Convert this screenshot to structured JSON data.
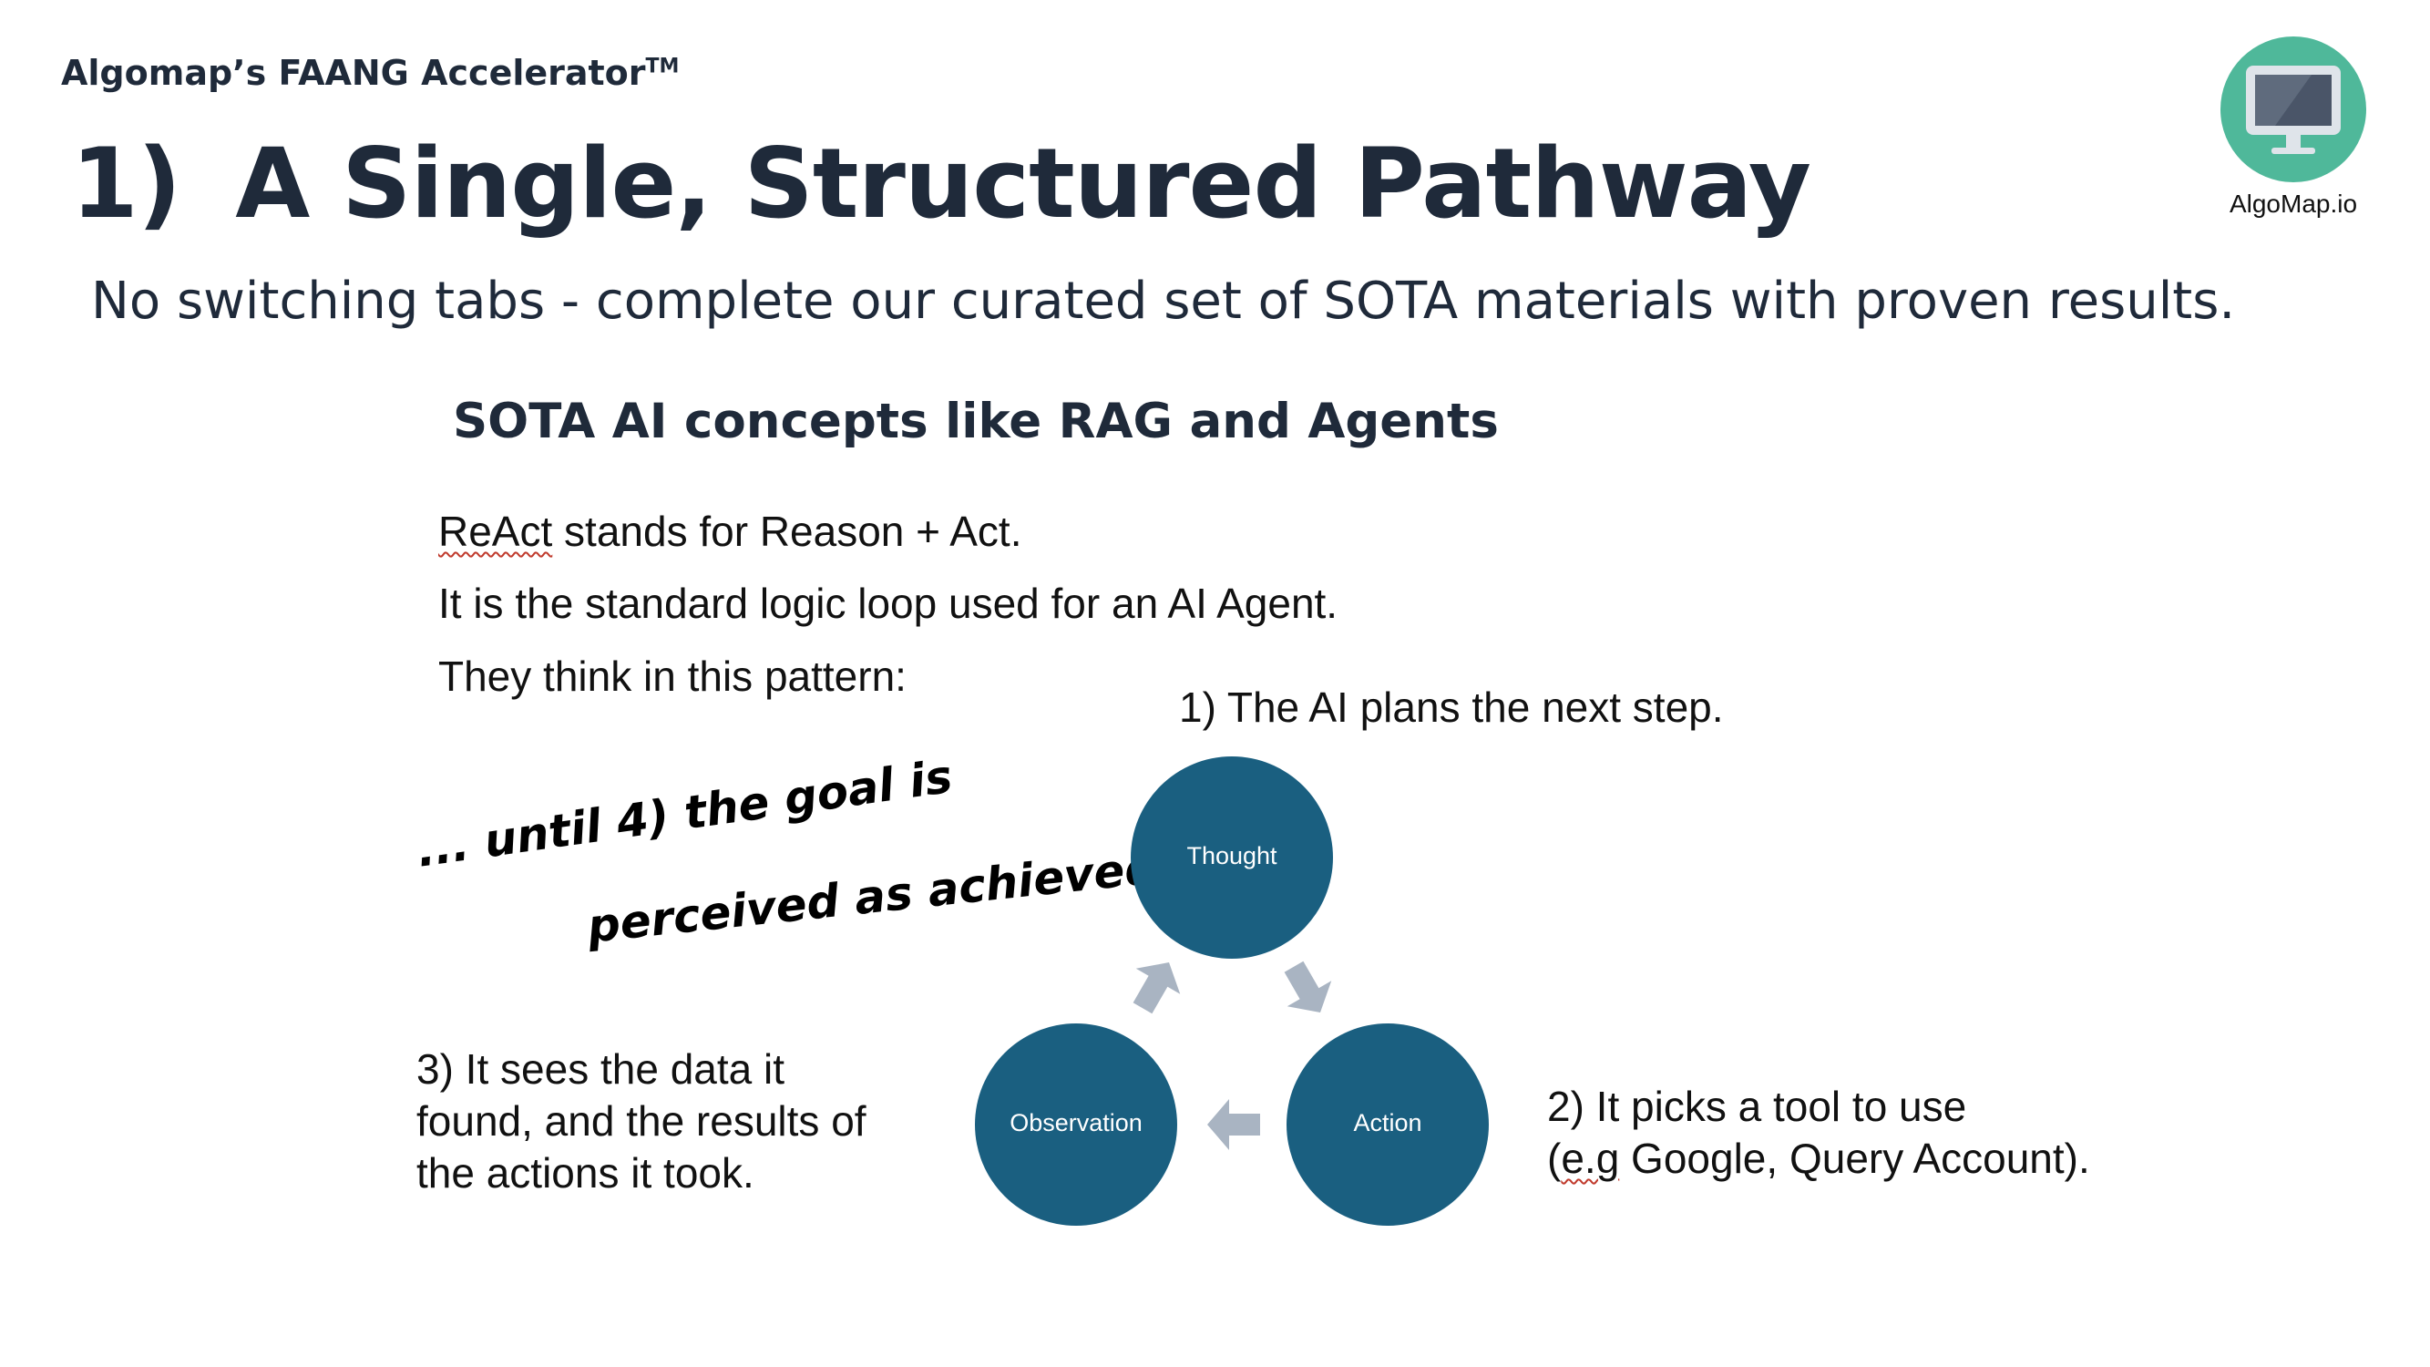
{
  "header": {
    "brand": "Algomap’s FAANG Accelerator",
    "brand_mark": "TM",
    "title_number": "1)",
    "title_text": "A Single, Structured Pathway",
    "subtitle": "No switching tabs - complete our curated set of SOTA materials with proven results."
  },
  "logo": {
    "icon": "monitor-icon",
    "label": "AlgoMap.io",
    "bg_color": "#4fb89a"
  },
  "section": {
    "heading": "SOTA AI concepts like RAG and Agents",
    "line1_term": "ReAct",
    "line1_rest": " stands for Reason + Act.",
    "line2": "It is the standard logic loop used for an AI Agent.",
    "line3": "They think in this pattern:"
  },
  "diagram": {
    "node_color": "#1a5f80",
    "arrow_color": "#a9b4c2",
    "nodes": {
      "thought": "Thought",
      "action": "Action",
      "observation": "Observation"
    },
    "step1": "1) The AI plans the next step.",
    "step2_line1": "2) It picks a tool to use",
    "step2_term": "e.g",
    "step2_rest": " Google, Query Account).",
    "step3_line1": "3) It sees the data it",
    "step3_line2": "found, and the results of",
    "step3_line3": "the actions it took.",
    "handwritten_line1": "... until 4) the goal is",
    "handwritten_line2": "perceived as achieved"
  }
}
